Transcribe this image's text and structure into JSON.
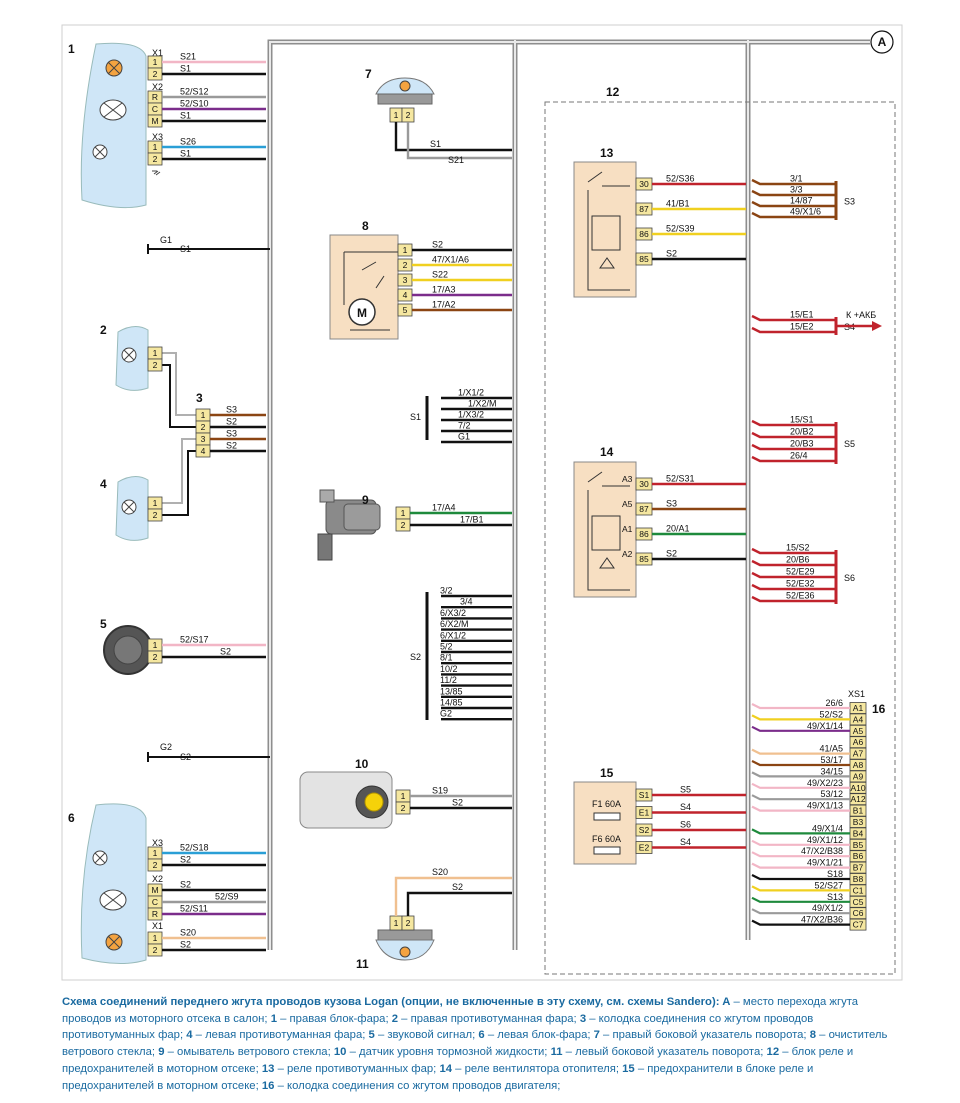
{
  "marker_a": "A",
  "components": {
    "c1": {
      "num": "1",
      "blocks": [
        {
          "name": "X1",
          "pins": [
            "1",
            "2"
          ],
          "wires": [
            "S21",
            "S1"
          ]
        },
        {
          "name": "X2",
          "pins": [
            "R",
            "C",
            "M"
          ],
          "wires": [
            "52/S12",
            "52/S10",
            "S1"
          ]
        },
        {
          "name": "X3",
          "pins": [
            "1",
            "2"
          ],
          "wires": [
            "S26",
            "S1"
          ]
        }
      ]
    },
    "g1": {
      "name": "G1",
      "wire": "S1"
    },
    "c2": {
      "num": "2"
    },
    "c3": {
      "num": "3",
      "pins": [
        "1",
        "2",
        "3",
        "4"
      ],
      "wires": [
        "S3",
        "S2",
        "S3",
        "S2"
      ]
    },
    "c4": {
      "num": "4"
    },
    "c5": {
      "num": "5",
      "wires": [
        "52/S17",
        "S2"
      ]
    },
    "g2": {
      "name": "G2",
      "wire": "S2"
    },
    "c6": {
      "num": "6",
      "blocks": [
        {
          "name": "X3",
          "pins": [
            "1",
            "2"
          ],
          "wires": [
            "52/S18",
            "S2"
          ]
        },
        {
          "name": "X2",
          "pins": [
            "M",
            "C",
            "R"
          ],
          "wires": [
            "S2",
            "52/S9",
            "52/S11"
          ]
        },
        {
          "name": "X1",
          "pins": [
            "1",
            "2"
          ],
          "wires": [
            "S20",
            "S2"
          ]
        }
      ]
    },
    "c7": {
      "num": "7",
      "pins": [
        "1",
        "2"
      ],
      "wires": [
        "S1",
        "S21"
      ]
    },
    "c8": {
      "num": "8",
      "pins": [
        "1",
        "2",
        "3",
        "4",
        "5"
      ],
      "wires": [
        "S2",
        "47/X1/A6",
        "S22",
        "17/A3",
        "17/A2"
      ],
      "motor": "M"
    },
    "s1_splice": {
      "name": "S1",
      "wires": [
        "1/X1/2",
        "1/X2/M",
        "1/X3/2",
        "7/2",
        "G1"
      ]
    },
    "c9": {
      "num": "9",
      "wires": [
        "17/A4",
        "17/B1"
      ]
    },
    "s2_splice": {
      "name": "S2",
      "wires": [
        "3/2",
        "3/4",
        "6/X3/2",
        "6/X2/M",
        "6/X1/2",
        "5/2",
        "8/1",
        "10/2",
        "11/2",
        "13/85",
        "14/85",
        "G2"
      ]
    },
    "c10": {
      "num": "10",
      "wires": [
        "S19",
        "S2"
      ]
    },
    "c11": {
      "num": "11",
      "pins": [
        "1",
        "2"
      ],
      "wires": [
        "S20",
        "S2"
      ]
    },
    "c12": {
      "num": "12"
    },
    "c13": {
      "num": "13",
      "pins": [
        "30",
        "87",
        "86",
        "85"
      ],
      "wires": [
        "52/S36",
        "41/B1",
        "52/S39",
        "S2"
      ]
    },
    "s3": {
      "name": "S3",
      "wires": [
        "3/1",
        "3/3",
        "14/87",
        "49/X1/6"
      ]
    },
    "s4": {
      "name": "S4",
      "wires": [
        "15/E1",
        "15/E2"
      ],
      "akb": "К +АКБ"
    },
    "c14": {
      "num": "14",
      "pins": [
        "30",
        "87",
        "86",
        "85"
      ],
      "pin_letters": [
        "A3",
        "A5",
        "A1",
        "A2"
      ],
      "wires": [
        "52/S31",
        "S3",
        "20/A1",
        "S2"
      ]
    },
    "s5": {
      "name": "S5",
      "wires": [
        "15/S1",
        "20/B2",
        "20/B3",
        "26/4"
      ]
    },
    "s6": {
      "name": "S6",
      "wires": [
        "15/S2",
        "20/B6",
        "52/E29",
        "52/E32",
        "52/E36"
      ]
    },
    "c15": {
      "num": "15",
      "fuses": [
        "F1 60A",
        "F6 60A"
      ],
      "pins": [
        "S1",
        "E1",
        "S2",
        "E2"
      ],
      "wires": [
        "S5",
        "S4",
        "S6",
        "S4"
      ]
    },
    "c16": {
      "num": "16",
      "name": "XS1",
      "pins": [
        "A1",
        "A4",
        "A5",
        "A6",
        "A7",
        "A8",
        "A9",
        "A10",
        "A12",
        "B1",
        "B3",
        "B4",
        "B5",
        "B6",
        "B7",
        "B8",
        "C1",
        "C5",
        "C6",
        "C7"
      ],
      "wires": [
        "26/6",
        "52/S2",
        "49/X1/14",
        "",
        "41/A5",
        "53/17",
        "34/15",
        "49/X2/23",
        "53/12",
        "49/X1/13",
        "",
        "49/X1/4",
        "49/X1/12",
        "47/X2/B38",
        "49/X1/21",
        "S18",
        "52/S27",
        "S13",
        "49/X1/2",
        "47/X2/B36"
      ]
    }
  },
  "wire_colors": {
    "black": "#111111",
    "brown": "#8b4513",
    "red": "#c0232c",
    "yellow": "#f0d020",
    "green": "#1e8a3c",
    "pink": "#f2b6c6",
    "violet": "#7b2d8b",
    "blue": "#2a9fd6",
    "grey": "#9a9a9a",
    "orange": "#f0c090",
    "harness": "#b0b0b0",
    "lens": "#cfe6f7"
  },
  "caption": {
    "title": "Схема соединений переднего жгута проводов кузова Logan (опции, не включенные в эту схему, см. схемы Sandero):",
    "items": [
      {
        "key": "A",
        "text": " – место перехода жгута проводов из моторного отсека в салон; "
      },
      {
        "key": "1",
        "text": " – правая блок-фара; "
      },
      {
        "key": "2",
        "text": " – правая противотуманная фара; "
      },
      {
        "key": "3",
        "text": " – колодка соединения со жгутом проводов противотуманных фар; "
      },
      {
        "key": "4",
        "text": " – левая противотуманная фара; "
      },
      {
        "key": "5",
        "text": " – звуковой сигнал; "
      },
      {
        "key": "6",
        "text": " – левая блок-фара; "
      },
      {
        "key": "7",
        "text": " – правый боковой указатель поворота; "
      },
      {
        "key": "8",
        "text": " – очиститель ветрового стекла; "
      },
      {
        "key": "9",
        "text": " – омыватель ветрового стекла; "
      },
      {
        "key": "10",
        "text": " – датчик уровня тормозной жидкости; "
      },
      {
        "key": "11",
        "text": " – левый боковой указатель поворота; "
      },
      {
        "key": "12",
        "text": " – блок реле и предохранителей в моторном отсеке; "
      },
      {
        "key": "13",
        "text": " – реле противотуманных фар; "
      },
      {
        "key": "14",
        "text": " – реле вентилятора отопителя; "
      },
      {
        "key": "15",
        "text": " – предохранители в блоке реле и предохранителей в моторном отсеке; "
      },
      {
        "key": "16",
        "text": " – колодка соединения со жгутом проводов двигателя;"
      }
    ]
  }
}
